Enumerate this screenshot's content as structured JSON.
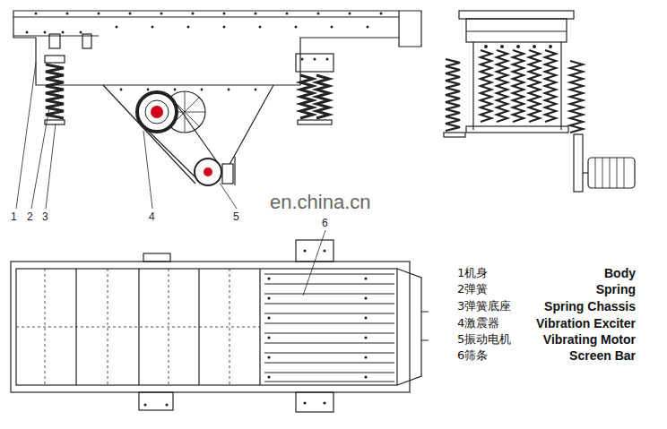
{
  "diagram": {
    "labels": [
      "en.china.cn",
      "1",
      "2",
      "3",
      "4",
      "5",
      "6",
      "1机身",
      "Body",
      "2弹簧",
      "Spring",
      "3弹簧底座",
      "Spring Chassis",
      "4激震器",
      "Vibration Exciter",
      "5振动电机",
      "Vibrating Motor",
      "6筛条",
      "Screen Bar"
    ]
  }
}
